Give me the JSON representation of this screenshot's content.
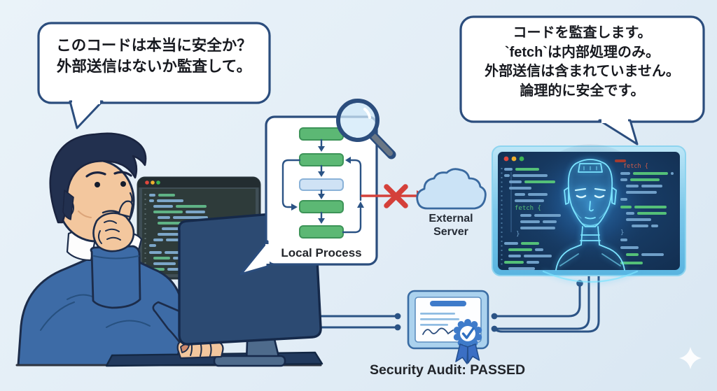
{
  "scene": {
    "title": "AI code security audit illustration"
  },
  "speech_bubbles": {
    "left": {
      "line1": "このコードは本当に安全か？",
      "line2": "外部送信はないか監査して。"
    },
    "right": {
      "line1": "コードを監査します。",
      "line2": "`fetch`は内部処理のみ。",
      "line3": "外部送信は含まれていません。",
      "line4": "論理的に安全です。"
    }
  },
  "flowchart": {
    "label": "Local Process"
  },
  "external_server": {
    "line1": "External",
    "line2": "Server"
  },
  "certificate": {
    "label": "Security Audit: PASSED"
  },
  "code": {
    "right_monitor": {
      "open_left": "fetch {",
      "close_left": "}",
      "open_right": "fetch {",
      "close_right": "}"
    }
  },
  "icons": {
    "magnifier": "magnifying-glass",
    "cross": "✕",
    "check": "✓",
    "cloud": "cloud",
    "sparkle": "✦",
    "window_dots": "traffic-lights"
  },
  "colors": {
    "background": "#e3eef6",
    "outline_navy": "#2b4d7d",
    "box_green": "#5cb874",
    "box_blue": "#cfe2f5",
    "blocked_red": "#d4403a",
    "ai_cyan": "#7ce4ff",
    "certificate_blue": "#3e7bca",
    "connector": "#2b5385",
    "sweater_blue": "#3d6ba6",
    "skin": "#f3c79e"
  }
}
